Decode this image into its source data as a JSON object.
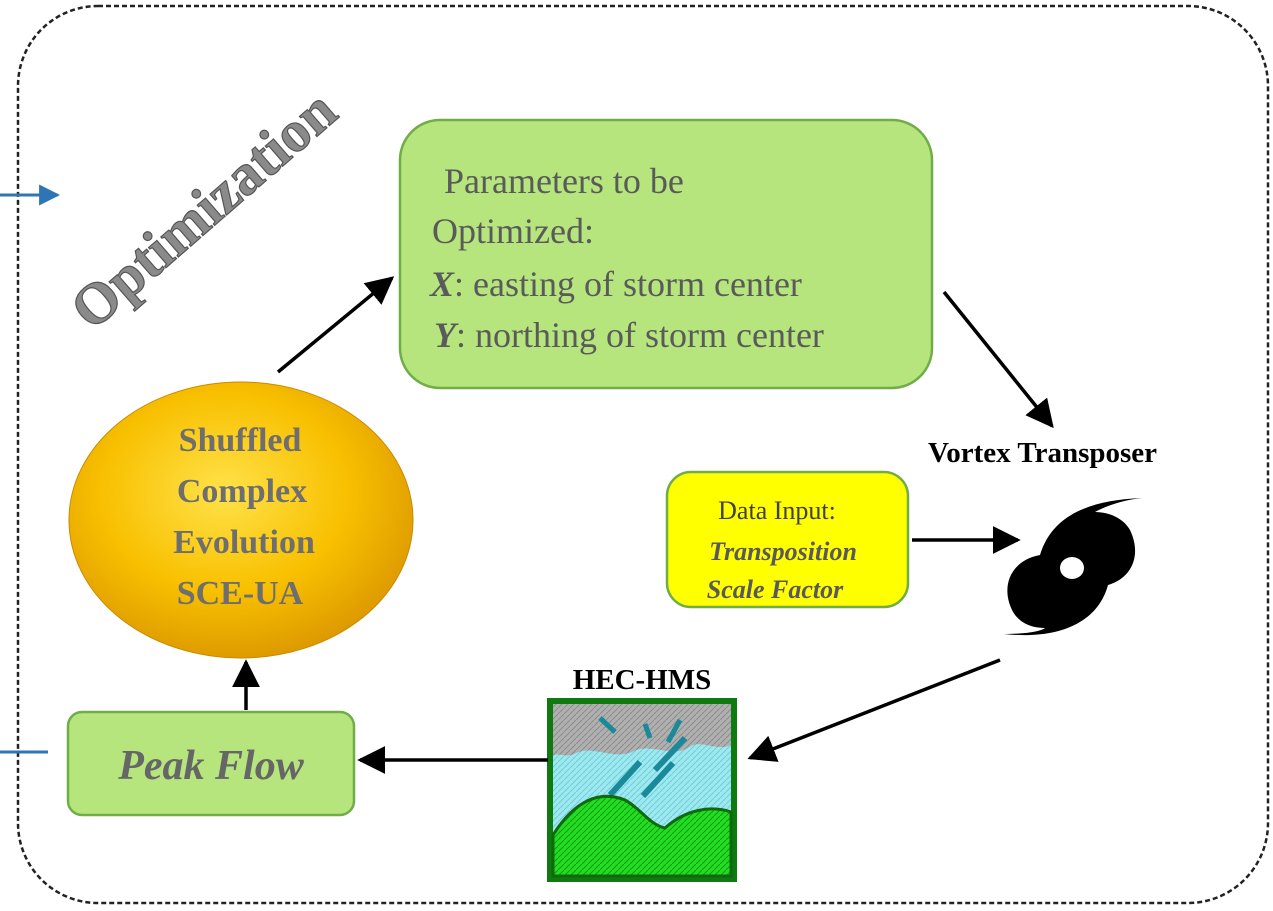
{
  "frame": {
    "title": "Optimization"
  },
  "params_box": {
    "line1": "Parameters to be",
    "line2": "Optimized:",
    "x_var": "X",
    "x_desc": ": easting of storm center",
    "y_var": "Y",
    "y_desc": ": northing of storm center"
  },
  "sce_ellipse": {
    "line1": "Shuffled",
    "line2": "Complex",
    "line3": "Evolution",
    "line4": "SCE-UA"
  },
  "vortex": {
    "label": "Vortex Transposer"
  },
  "data_input": {
    "line1": "Data Input:",
    "line2": "Transposition",
    "line3": "Scale Factor"
  },
  "hec_hms": {
    "label": "HEC-HMS"
  },
  "peak_flow": {
    "label": "Peak Flow"
  },
  "colors": {
    "green_fill": "#b5e57c",
    "green_stroke": "#70ad47",
    "yellow_fill": "#ffff00",
    "gold_fill": "#f5b800",
    "text_gray": "#5a5a5a",
    "blue_arrow": "#2e75b6"
  }
}
